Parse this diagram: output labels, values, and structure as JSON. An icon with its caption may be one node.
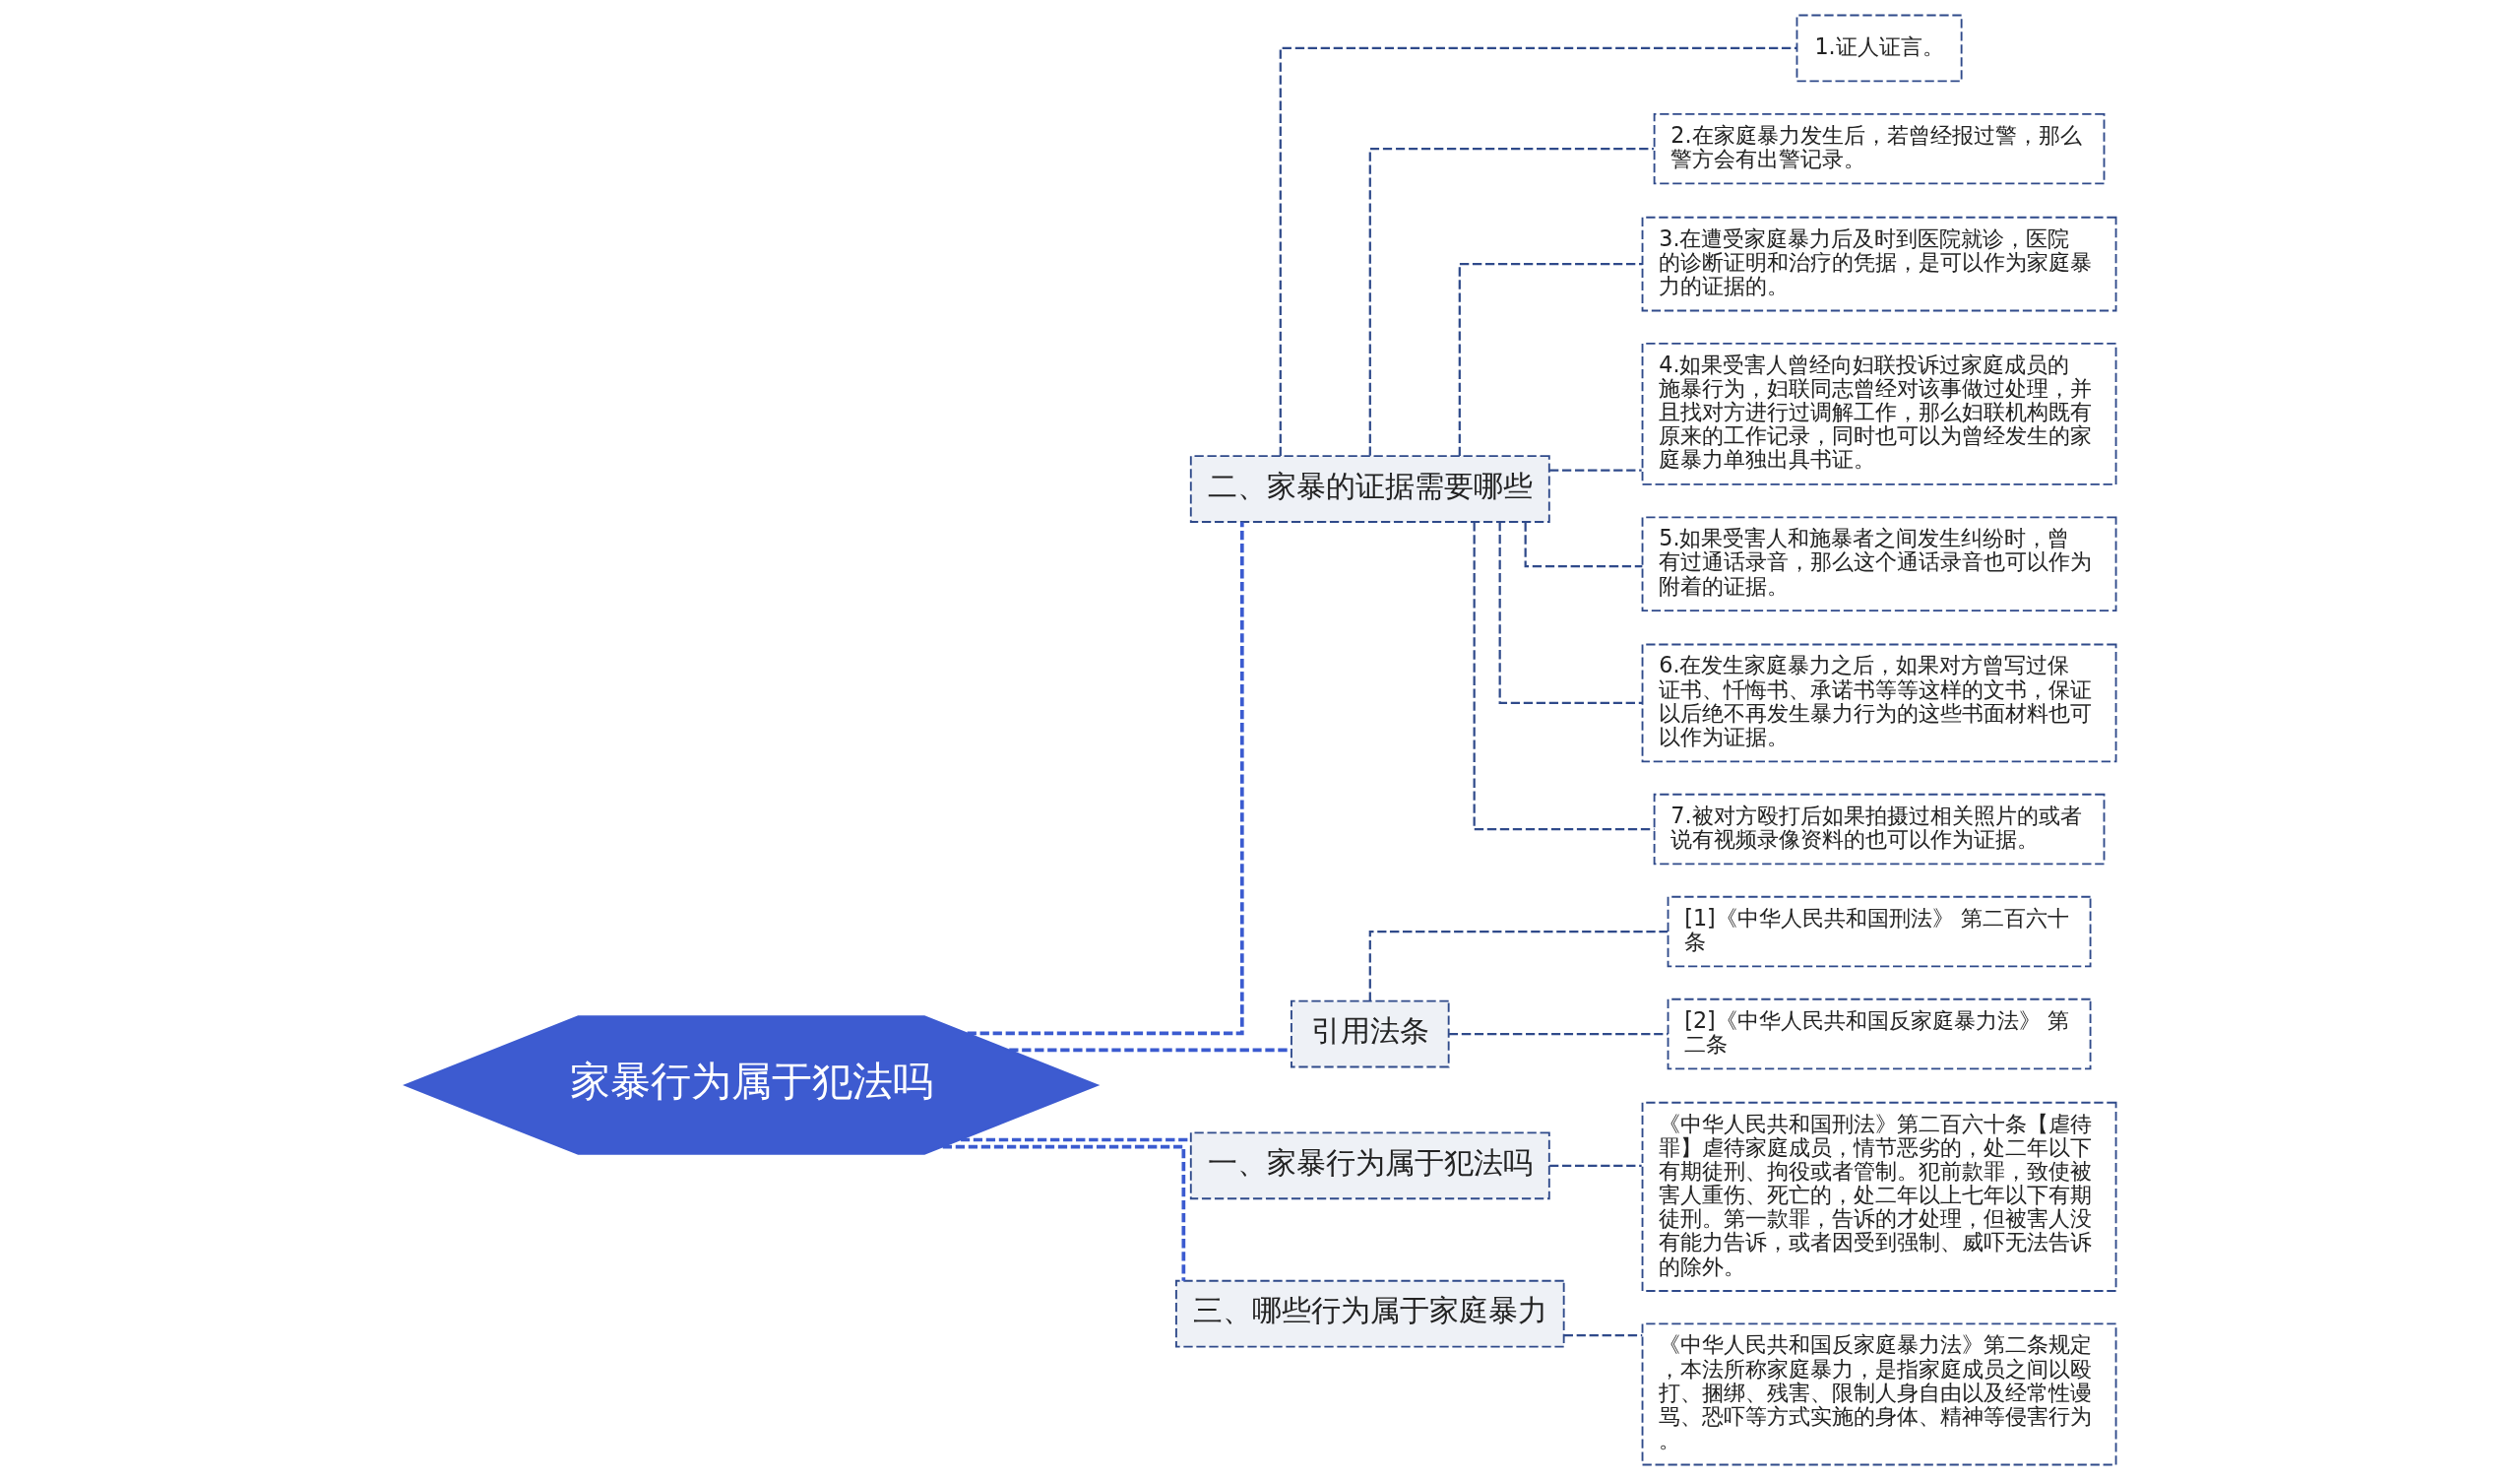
{
  "diagram": {
    "nodes": [
      {
        "text": [
          "家暴行为属于犯法吗"
        ]
      },
      {
        "text": [
          "二、家暴的证据需要哪些"
        ]
      },
      {
        "text": [
          "1.证人证言。"
        ]
      },
      {
        "text": [
          "2.在家庭暴力发生后，若曾经报过警，那么警方会有出警记录。"
        ]
      },
      {
        "text": [
          "3.在遭受家庭暴力后及时到医院就诊，医院的诊断证明和治疗的凭据，是可以作为家庭暴力的证据的。"
        ]
      },
      {
        "text": [
          "4.如果受害人曾经向妇联投诉过家庭成员的施暴行为，妇联同志曾经对该事做过处理，并且找对方进行过调解工作，那么妇联机构既有原来的工作记录，同时也可以为曾经发生的家庭暴力单独出具书证。"
        ]
      },
      {
        "text": [
          "5.如果受害人和施暴者之间发生纠纷时，曾有过通话录音，那么这个通话录音也可以作为附着的证据。"
        ]
      },
      {
        "text": [
          "6.在发生家庭暴力之后，如果对方曾写过保证书、忏悔书、承诺书等等这样的文书，保证以后绝不再发生暴力行为的这些书面材料也可以作为证据。"
        ]
      },
      {
        "text": [
          "7.被对方殴打后如果拍摄过相关照片的或者说有视频录像资料的也可以作为证据。"
        ]
      },
      {
        "text": [
          "引用法条"
        ]
      },
      {
        "text": [
          "[1]《中华人民共和国刑法》 第二百六十条"
        ]
      },
      {
        "text": [
          "[2]《中华人民共和国反家庭暴力法》 第二条"
        ]
      },
      {
        "text": [
          "一、家暴行为属于犯法吗"
        ]
      },
      {
        "text": [
          "《中华人民共和国刑法》第二百六十条【虐待罪】虐待家庭成员，情节恶劣的，处二年以下有期徒刑、拘役或者管制。犯前款罪，致使被害人重伤、死亡的，处二年以上七年以下有期徒刑。第一款罪，告诉的才处理，但被害人没有能力告诉，或者因受到强制、威吓无法告诉的除外。"
        ]
      },
      {
        "text": [
          "三、哪些行为属于家庭暴力"
        ]
      },
      {
        "text": [
          "《中华人民共和国反家庭暴力法》第二条规定，本法所称家庭暴力，是指家庭成员之间以殴打、捆绑、残害、限制人身自由以及经常性谩骂、恐吓等方式实施的身体、精神等侵害行为。"
        ]
      }
    ],
    "edges": [
      {
        "from": 0,
        "to": 1,
        "arrow": "none",
        "color": "#3b5bd0"
      },
      {
        "from": 1,
        "to": 2,
        "arrow": "none"
      },
      {
        "from": 1,
        "to": 3,
        "arrow": "none"
      },
      {
        "from": 1,
        "to": 4,
        "arrow": "none"
      },
      {
        "from": 1,
        "to": 5,
        "arrow": "none"
      },
      {
        "from": 1,
        "to": 6,
        "arrow": "none"
      },
      {
        "from": 1,
        "to": 7,
        "arrow": "none"
      },
      {
        "from": 1,
        "to": 8,
        "arrow": "none"
      },
      {
        "from": 0,
        "to": 9,
        "arrow": "none",
        "color": "#3b5bd0"
      },
      {
        "from": 9,
        "to": 10,
        "arrow": "none"
      },
      {
        "from": 9,
        "to": 11,
        "arrow": "none"
      },
      {
        "from": 0,
        "to": 12,
        "arrow": "none",
        "color": "#3b5bd0"
      },
      {
        "from": 12,
        "to": 13,
        "arrow": "none"
      },
      {
        "from": 0,
        "to": 14,
        "arrow": "none",
        "color": "#3b5bd0"
      },
      {
        "from": 14,
        "to": 15,
        "arrow": "none"
      }
    ]
  }
}
